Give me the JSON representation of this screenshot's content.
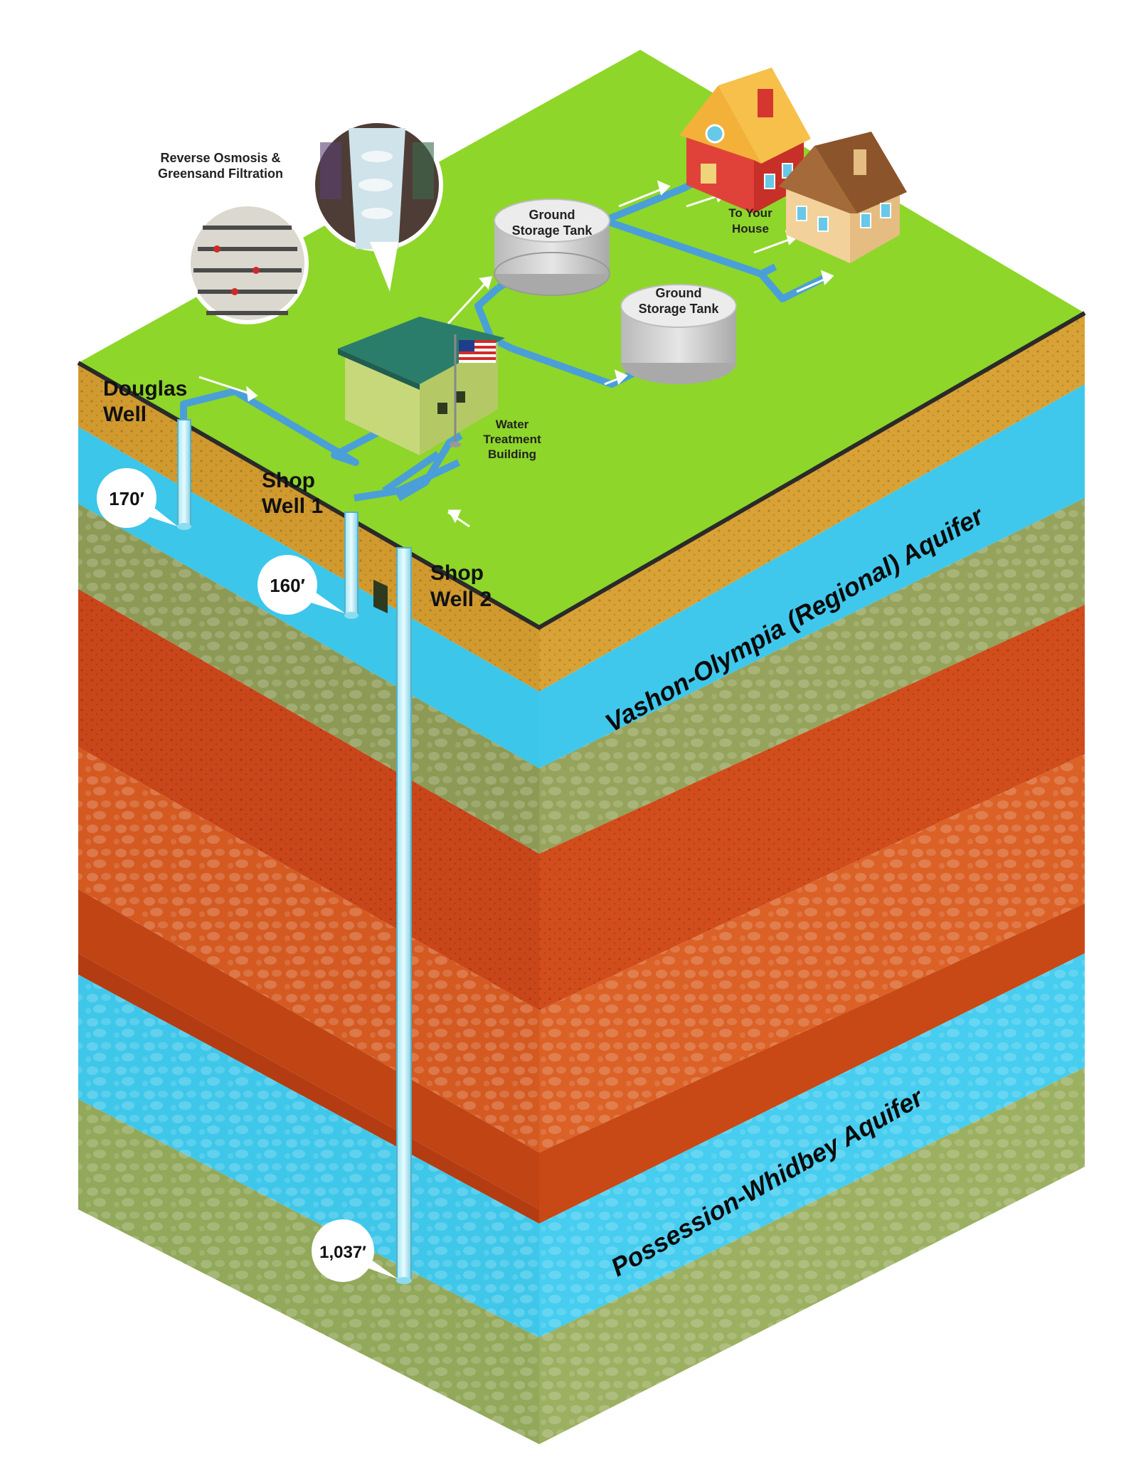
{
  "labels": {
    "reverse_osmosis_1": "Reverse Osmosis &",
    "reverse_osmosis_2": "Greensand Filtration",
    "douglas_1": "Douglas",
    "douglas_2": "Well",
    "shop1_1": "Shop",
    "shop1_2": "Well 1",
    "shop2_1": "Shop",
    "shop2_2": "Well 2",
    "tank1_1": "Ground",
    "tank1_2": "Storage Tank",
    "tank2_1": "Ground",
    "tank2_2": "Storage Tank",
    "house_1": "To Your",
    "house_2": "House",
    "wtb_1": "Water",
    "wtb_2": "Treatment",
    "wtb_3": "Building",
    "aquifer_upper": "Vashon-Olympia (Regional) Aquifer",
    "aquifer_lower": "Possession-Whidbey Aquifer"
  },
  "depths": {
    "douglas": "170′",
    "shop1": "160′",
    "shop2": "1,037′"
  },
  "colors": {
    "grass": "#8ed629",
    "soil_top": "#d39a2e",
    "aquifer": "#3cc6ea",
    "gravel": "#8c9a55",
    "clay": "#c9461a",
    "pipe": "#4a9fd8"
  }
}
